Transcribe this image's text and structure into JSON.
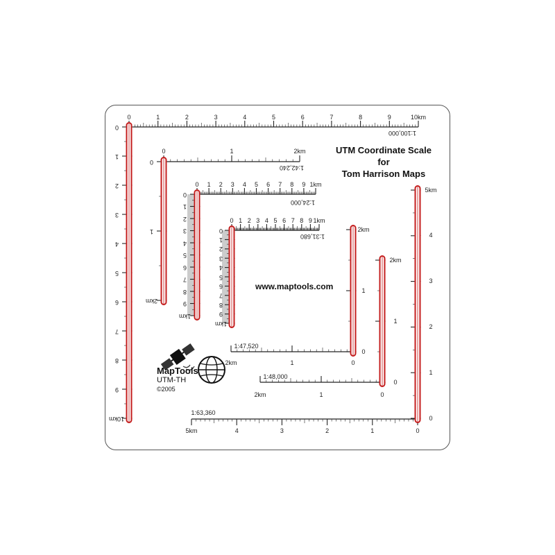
{
  "title": {
    "line1": "UTM Coordinate Scale",
    "line2": "for",
    "line3": "Tom Harrison Maps"
  },
  "website": "www.maptools.com",
  "brand": {
    "name": "MapTools",
    "model": "UTM-TH",
    "copyright": "©2005"
  },
  "colors": {
    "slot": "#c41e1e",
    "line": "#222222",
    "mid_tick": "#888888",
    "shade": "#cccccc"
  },
  "icons": [
    "satellite-icon",
    "globe-icon"
  ],
  "scales": [
    {
      "id": "s100000-top",
      "ratio": "1:100,000",
      "labels": [
        "0",
        "1",
        "2",
        "3",
        "4",
        "5",
        "6",
        "7",
        "8",
        "9",
        "10km"
      ]
    },
    {
      "id": "s100000-left",
      "labels": [
        "0",
        "1",
        "2",
        "3",
        "4",
        "5",
        "6",
        "7",
        "8",
        "9",
        "10km"
      ]
    },
    {
      "id": "s42240-top",
      "ratio": "1:42,240",
      "labels": [
        "0",
        "1",
        "2km"
      ]
    },
    {
      "id": "s42240-left",
      "labels": [
        "0",
        "1",
        "2km"
      ]
    },
    {
      "id": "s24000-top",
      "ratio": "1:24,000",
      "labels": [
        "0",
        "1",
        "2",
        "3",
        "4",
        "5",
        "6",
        "7",
        "8",
        "9",
        "1km"
      ]
    },
    {
      "id": "s24000-left",
      "labels": [
        "0",
        "1",
        "2",
        "3",
        "4",
        "5",
        "6",
        "7",
        "8",
        "9",
        "1km"
      ]
    },
    {
      "id": "s31680-top",
      "ratio": "1:31,680",
      "labels": [
        "0",
        "1",
        "2",
        "3",
        "4",
        "5",
        "6",
        "7",
        "8",
        "9",
        "1km"
      ]
    },
    {
      "id": "s31680-left",
      "labels": [
        "0",
        "1",
        "2",
        "3",
        "4",
        "5",
        "6",
        "7",
        "8",
        "9",
        "1km"
      ]
    },
    {
      "id": "s47520-bottom",
      "ratio": "1:47,520",
      "labels": [
        "2km",
        "1",
        "0"
      ]
    },
    {
      "id": "s47520-right",
      "labels": [
        "2km",
        "1",
        "0"
      ]
    },
    {
      "id": "s48000-bottom",
      "ratio": "1:48,000",
      "labels": [
        "2km",
        "1",
        "0"
      ]
    },
    {
      "id": "s48000-right",
      "labels": [
        "2km",
        "1",
        "0"
      ]
    },
    {
      "id": "s63360-bottom",
      "ratio": "1:63,360",
      "labels": [
        "5km",
        "4",
        "3",
        "2",
        "1",
        "0"
      ]
    },
    {
      "id": "s63360-right",
      "labels": [
        "5km",
        "4",
        "3",
        "2",
        "1",
        "0"
      ]
    }
  ]
}
